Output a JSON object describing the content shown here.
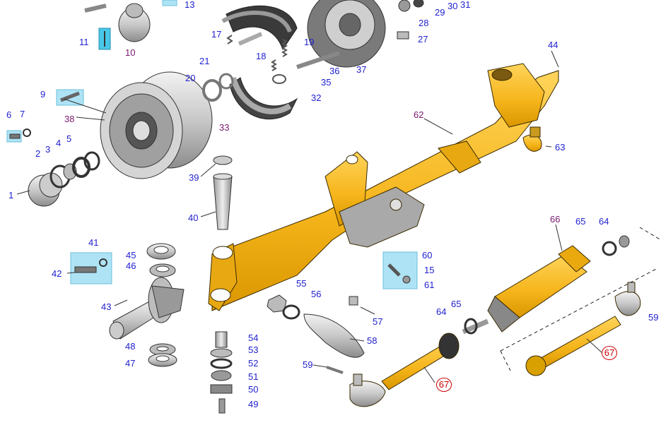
{
  "diagram": {
    "colors": {
      "part_yellow": "#f5b41a",
      "part_yellow_dark": "#c98a00",
      "metal_grey": "#c8c8c8",
      "metal_dark": "#555555",
      "label_blue": "#1f1fd0",
      "label_purple": "#7a1a6e",
      "highlight_red": "#cc0000",
      "tag_cyan": "#aee3f5"
    },
    "labels": {
      "l1": "1",
      "l2": "2",
      "l3": "3",
      "l4": "4",
      "l5": "5",
      "l6": "6",
      "l7": "7",
      "l9": "9",
      "l10": "10",
      "l11": "11",
      "l13": "13",
      "l15": "15",
      "l17": "17",
      "l18": "18",
      "l19": "19",
      "l20": "20",
      "l21": "21",
      "l27": "27",
      "l28": "28",
      "l29": "29",
      "l30": "30",
      "l31": "31",
      "l32": "32",
      "l33": "33",
      "l35": "35",
      "l36": "36",
      "l37": "37",
      "l38": "38",
      "l39": "39",
      "l40": "40",
      "l41": "41",
      "l42": "42",
      "l43": "43",
      "l44": "44",
      "l45": "45",
      "l46": "46",
      "l47": "47",
      "l48": "48",
      "l49": "49",
      "l50": "50",
      "l51": "51",
      "l52": "52",
      "l53": "53",
      "l54": "54",
      "l55": "55",
      "l56": "56",
      "l57": "57",
      "l58": "58",
      "l59a": "59",
      "l59b": "59",
      "l60": "60",
      "l61": "61",
      "l62": "62",
      "l63": "63",
      "l64a": "64",
      "l64b": "64",
      "l65a": "65",
      "l65b": "65",
      "l66": "66",
      "l67a": "67",
      "l67b": "67"
    }
  }
}
